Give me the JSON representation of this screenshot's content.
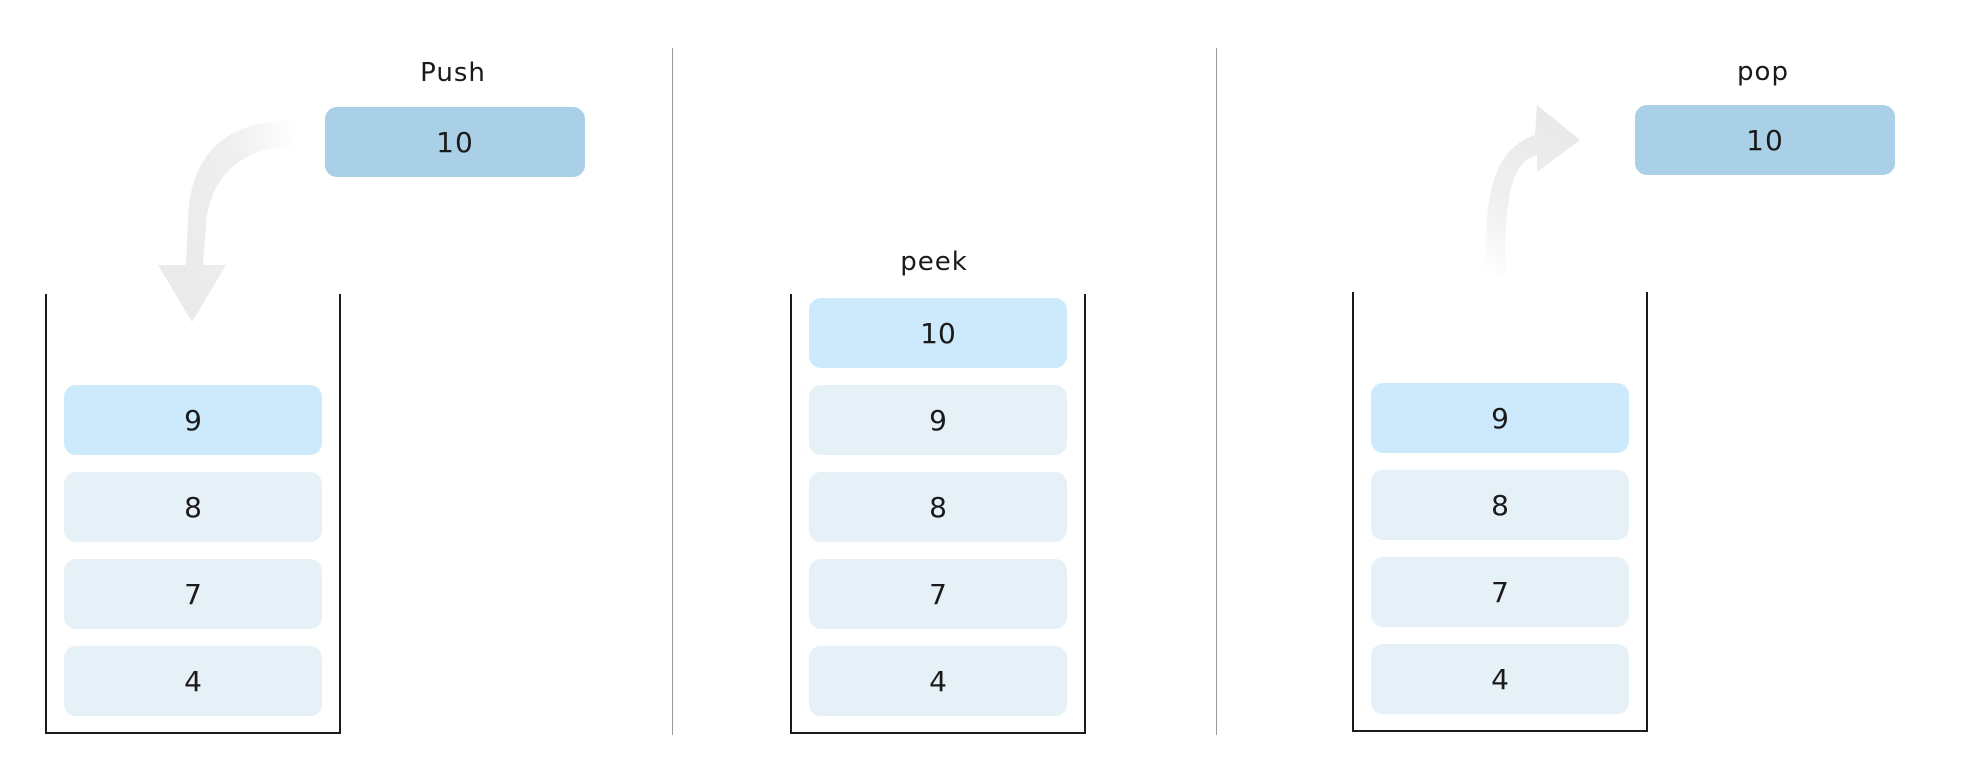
{
  "panels": [
    {
      "operation": "Push",
      "floating_value": "10",
      "stack_top_to_bottom": [
        "9",
        "8",
        "7",
        "4"
      ],
      "highlighted_item": "9"
    },
    {
      "operation": "peek",
      "floating_value": "",
      "stack_top_to_bottom": [
        "10",
        "9",
        "8",
        "7",
        "4"
      ],
      "highlighted_item": "10"
    },
    {
      "operation": "pop",
      "floating_value": "10",
      "stack_top_to_bottom": [
        "9",
        "8",
        "7",
        "4"
      ],
      "highlighted_item": "9"
    }
  ],
  "colors": {
    "floating_box": "#aad0e8",
    "top_item": "#cceafc",
    "item": "#e5f0f7",
    "stack_border": "#1a1a1a",
    "divider": "#9a9a9a",
    "arrow": "#eeeeee"
  }
}
